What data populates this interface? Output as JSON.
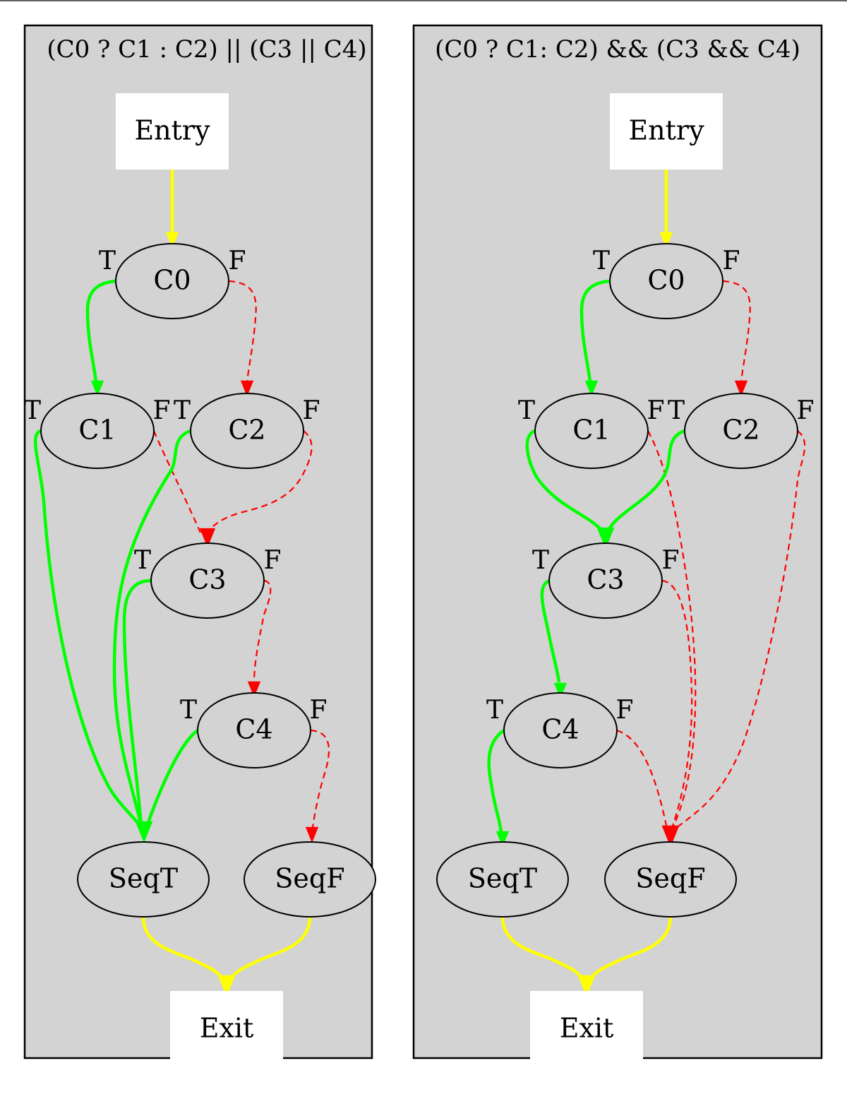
{
  "colors": {
    "background": "#ffffff",
    "cluster_fill": "#d3d3d3",
    "true_edge": "#00ff00",
    "false_edge": "#ff0000",
    "flow_edge": "#ffff00"
  },
  "port_labels": {
    "true": "T",
    "false": "F"
  },
  "clusters": [
    {
      "id": "or",
      "title": "(C0 ? C1 : C2) || (C3 || C4)",
      "nodes": {
        "entry": "Entry",
        "c0": "C0",
        "c1": "C1",
        "c2": "C2",
        "c3": "C3",
        "c4": "C4",
        "seqt": "SeqT",
        "seqf": "SeqF",
        "exit": "Exit"
      },
      "edges": [
        {
          "from": "entry",
          "to": "c0",
          "kind": "flow"
        },
        {
          "from": "c0",
          "to": "c1",
          "kind": "true"
        },
        {
          "from": "c0",
          "to": "c2",
          "kind": "false"
        },
        {
          "from": "c1",
          "to": "seqt",
          "kind": "true"
        },
        {
          "from": "c1",
          "to": "c3",
          "kind": "false"
        },
        {
          "from": "c2",
          "to": "seqt",
          "kind": "true"
        },
        {
          "from": "c2",
          "to": "c3",
          "kind": "false"
        },
        {
          "from": "c3",
          "to": "seqt",
          "kind": "true"
        },
        {
          "from": "c3",
          "to": "c4",
          "kind": "false"
        },
        {
          "from": "c4",
          "to": "seqt",
          "kind": "true"
        },
        {
          "from": "c4",
          "to": "seqf",
          "kind": "false"
        },
        {
          "from": "seqt",
          "to": "exit",
          "kind": "flow"
        },
        {
          "from": "seqf",
          "to": "exit",
          "kind": "flow"
        }
      ]
    },
    {
      "id": "and",
      "title": "(C0 ? C1: C2) && (C3 && C4)",
      "nodes": {
        "entry": "Entry",
        "c0": "C0",
        "c1": "C1",
        "c2": "C2",
        "c3": "C3",
        "c4": "C4",
        "seqt": "SeqT",
        "seqf": "SeqF",
        "exit": "Exit"
      },
      "edges": [
        {
          "from": "entry",
          "to": "c0",
          "kind": "flow"
        },
        {
          "from": "c0",
          "to": "c1",
          "kind": "true"
        },
        {
          "from": "c0",
          "to": "c2",
          "kind": "false"
        },
        {
          "from": "c1",
          "to": "c3",
          "kind": "true"
        },
        {
          "from": "c1",
          "to": "seqf",
          "kind": "false"
        },
        {
          "from": "c2",
          "to": "c3",
          "kind": "true"
        },
        {
          "from": "c2",
          "to": "seqf",
          "kind": "false"
        },
        {
          "from": "c3",
          "to": "c4",
          "kind": "true"
        },
        {
          "from": "c3",
          "to": "seqf",
          "kind": "false"
        },
        {
          "from": "c4",
          "to": "seqt",
          "kind": "true"
        },
        {
          "from": "c4",
          "to": "seqf",
          "kind": "false"
        },
        {
          "from": "seqt",
          "to": "exit",
          "kind": "flow"
        },
        {
          "from": "seqf",
          "to": "exit",
          "kind": "flow"
        }
      ]
    }
  ]
}
